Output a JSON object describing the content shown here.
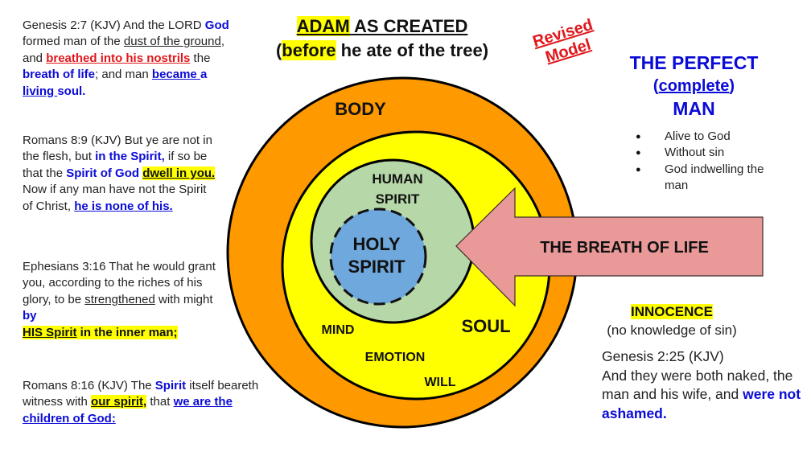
{
  "title": {
    "line1_highlight": "ADAM",
    "line1_rest": " AS CREATED",
    "line2_open": "(",
    "line2_highlight": "before",
    "line2_rest": " he ate of the tree)"
  },
  "stamp": {
    "line1": "Revised",
    "line2": "Model"
  },
  "verses": {
    "genesis_2_7": {
      "p1": "Genesis 2:7 (KJV) And the LORD ",
      "god": "God",
      "p2": " formed man of the ",
      "dust": "dust of the ground",
      "p3": ", and ",
      "breathed": "breathed into his nostrils",
      "p4": " the ",
      "breath": "breath of life",
      "p5": "; and man ",
      "became": "became ",
      "a": "a ",
      "living": "living ",
      "soul": "soul."
    },
    "romans_8_9": {
      "p1": "Romans 8:9 (KJV) But ye are not in the flesh, but ",
      "in_spirit": "in the Spirit,",
      "p2": " if so be that the ",
      "spirit_of_god": "Spirit of God ",
      "dwell": "dwell in you.",
      "p3": " Now if any man have not the Spirit of Christ, ",
      "none": "he is none of his."
    },
    "ephesians_3_16": {
      "p1": "Ephesians 3:16 That he would grant you, according to the riches of his glory, to be ",
      "strengthened": "strengthened",
      "p2": " with might ",
      "by": "by",
      "his_spirit": "HIS Spirit",
      "inner": " in the inner man;"
    },
    "romans_8_16": {
      "p1": "Romans 8:16 (KJV) The ",
      "spirit": "Spirit",
      "p2": " itself beareth witness with ",
      "our_spirit": "our spirit,",
      "p3": " that ",
      "children": "we are the children of God:"
    }
  },
  "perfect_man": {
    "line1": "THE PERFECT",
    "paren_open": "(",
    "complete": "complete",
    "paren_close": ")",
    "line3": "MAN",
    "traits": [
      "Alive to God",
      "Without sin",
      "God indwelling the man"
    ]
  },
  "diagram": {
    "body_label": "BODY",
    "soul_label": "SOUL",
    "mind_label": "MIND",
    "emotion_label": "EMOTION",
    "will_label": "WILL",
    "human_spirit_line1": "HUMAN",
    "human_spirit_line2": "SPIRIT",
    "holy_spirit_line1": "HOLY",
    "holy_spirit_line2": "SPIRIT",
    "arrow_label": "THE BREATH OF LIFE",
    "colors": {
      "body": "#ff9900",
      "soul": "#ffff00",
      "human_spirit": "#b6d7a8",
      "holy_spirit": "#6fa8dc",
      "arrow": "#ea9999"
    }
  },
  "innocence": {
    "title": "INNOCENCE",
    "subtitle": "(no knowledge of sin)"
  },
  "genesis_2_25": {
    "ref": "Genesis 2:25 (KJV)",
    "text": "And they were both naked, the man and his wife, and ",
    "emph": "were not ashamed."
  }
}
